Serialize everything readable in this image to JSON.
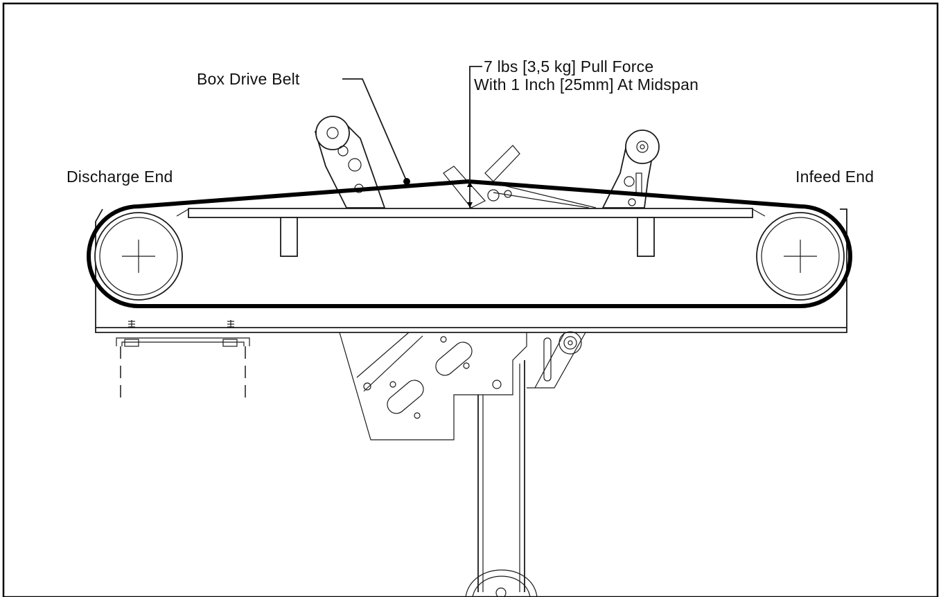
{
  "labels": {
    "box_drive_belt": "Box Drive Belt",
    "pull_force_line1": "7 lbs [3,5 kg] Pull Force",
    "pull_force_line2": "With 1 Inch [25mm] At Midspan",
    "discharge_end": "Discharge End",
    "infeed_end": "Infeed End"
  },
  "colors": {
    "belt": "#000000",
    "linework": "#1a1a1a",
    "background": "#ffffff"
  }
}
